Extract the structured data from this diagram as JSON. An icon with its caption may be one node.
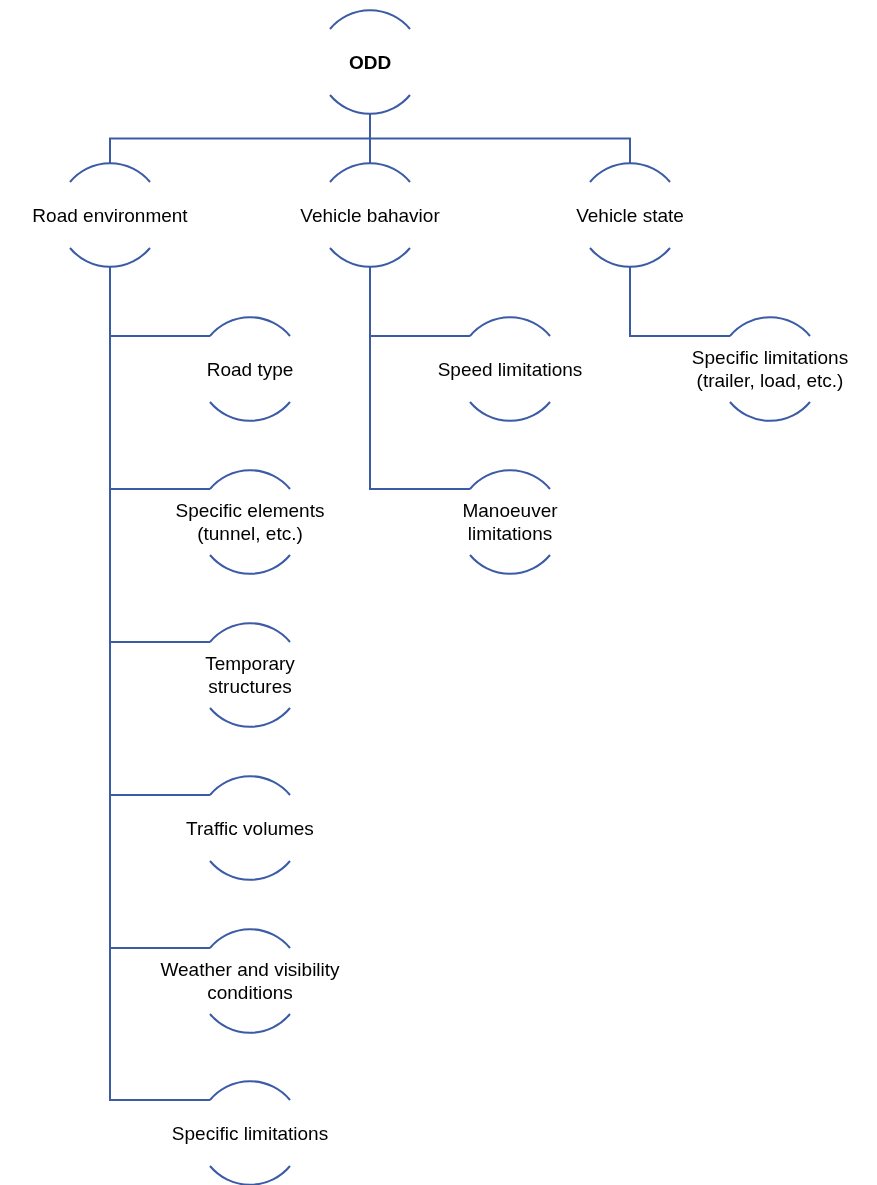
{
  "diagram": {
    "nodes": [
      {
        "text": [
          "ODD"
        ]
      },
      {
        "text": [
          "Road environment"
        ]
      },
      {
        "text": [
          "Vehicle bahavior"
        ]
      },
      {
        "text": [
          "Vehicle state"
        ]
      },
      {
        "text": [
          "Road type"
        ]
      },
      {
        "text": [
          "Speed limitations"
        ]
      },
      {
        "text": [
          "Specific limitations (trailer, load, etc.)"
        ]
      },
      {
        "text": [
          "Specific elements (tunnel, etc.)"
        ]
      },
      {
        "text": [
          "Manoeuver limitations"
        ]
      },
      {
        "text": [
          "Temporary structures"
        ]
      },
      {
        "text": [
          "Traffic volumes"
        ]
      },
      {
        "text": [
          "Weather and visibility conditions"
        ]
      },
      {
        "text": [
          "Specific limitations"
        ]
      }
    ],
    "edges": [
      {
        "from": 0,
        "to": 1,
        "arrow": "none"
      },
      {
        "from": 0,
        "to": 2,
        "arrow": "none"
      },
      {
        "from": 0,
        "to": 3,
        "arrow": "none"
      },
      {
        "from": 1,
        "to": 4,
        "arrow": "none"
      },
      {
        "from": 2,
        "to": 5,
        "arrow": "none"
      },
      {
        "from": 3,
        "to": 6,
        "arrow": "none"
      },
      {
        "from": 1,
        "to": 7,
        "arrow": "none"
      },
      {
        "from": 2,
        "to": 8,
        "arrow": "none"
      },
      {
        "from": 1,
        "to": 9,
        "arrow": "none"
      },
      {
        "from": 1,
        "to": 10,
        "arrow": "none"
      },
      {
        "from": 1,
        "to": 11,
        "arrow": "none"
      },
      {
        "from": 1,
        "to": 12,
        "arrow": "none"
      }
    ]
  }
}
